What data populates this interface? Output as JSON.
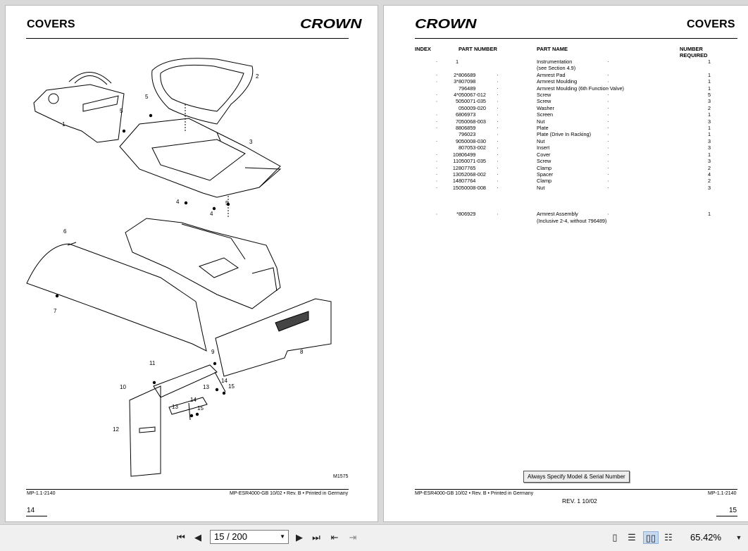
{
  "left_page": {
    "title": "COVERS",
    "logo": "CROWN",
    "figure_id": "M1575",
    "callouts": [
      "1",
      "2",
      "3",
      "4",
      "4",
      "5",
      "5",
      "5",
      "6",
      "7",
      "8",
      "9",
      "10",
      "11",
      "12",
      "13",
      "13",
      "14",
      "14",
      "15",
      "15"
    ],
    "footer_left": "MP-1.1-2140",
    "footer_right": "MP-ESR4000-GB 10/02 • Rev. B • Printed in Germany",
    "page_number": "14"
  },
  "right_page": {
    "title": "COVERS",
    "logo": "CROWN",
    "headers": {
      "index": "INDEX",
      "part_number": "PART NUMBER",
      "part_name": "PART NAME",
      "number_required": "NUMBER REQUIRED"
    },
    "rows": [
      {
        "index": "1",
        "part_number": "",
        "part_name": "Instrumentation",
        "qty": "1"
      },
      {
        "index": "",
        "part_number": "",
        "part_name": "(see Section 4.9)",
        "qty": ""
      },
      {
        "index": "2*",
        "part_number": "806689",
        "part_name": "Armrest Pad",
        "qty": "1"
      },
      {
        "index": "3*",
        "part_number": "807098",
        "part_name": "Armrest Moulding",
        "qty": "1"
      },
      {
        "index": "",
        "part_number": "796489",
        "part_name": "Armrest Moulding (6th Function Valve)",
        "qty": "1"
      },
      {
        "index": "4*",
        "part_number": "050067-012",
        "part_name": "Screw",
        "qty": "5"
      },
      {
        "index": "5",
        "part_number": "050071-035",
        "part_name": "Screw",
        "qty": "3"
      },
      {
        "index": "",
        "part_number": "050009-020",
        "part_name": "Washer",
        "qty": "2"
      },
      {
        "index": "6",
        "part_number": "806973",
        "part_name": "Screen",
        "qty": "1"
      },
      {
        "index": "7",
        "part_number": "050068-003",
        "part_name": "Nut",
        "qty": "3"
      },
      {
        "index": "8",
        "part_number": "806859",
        "part_name": "Plate",
        "qty": "1"
      },
      {
        "index": "",
        "part_number": "796023",
        "part_name": "Plate (Drive In Racking)",
        "qty": "1"
      },
      {
        "index": "9",
        "part_number": "050008-030",
        "part_name": "Nut",
        "qty": "3"
      },
      {
        "index": "",
        "part_number": "807053-002",
        "part_name": "Insert",
        "qty": "3"
      },
      {
        "index": "10",
        "part_number": "806499",
        "part_name": "Cover",
        "qty": "1"
      },
      {
        "index": "11",
        "part_number": "050071-035",
        "part_name": "Screw",
        "qty": "3"
      },
      {
        "index": "12",
        "part_number": "807765",
        "part_name": "Clamp",
        "qty": "2"
      },
      {
        "index": "13",
        "part_number": "052068-002",
        "part_name": "Spacer",
        "qty": "4"
      },
      {
        "index": "14",
        "part_number": "807764",
        "part_name": "Clamp",
        "qty": "2"
      },
      {
        "index": "15",
        "part_number": "050008-008",
        "part_name": "Nut",
        "qty": "3"
      }
    ],
    "assembly_rows": [
      {
        "index": "*",
        "part_number": "806929",
        "part_name": "Armrest Assembly",
        "qty": "1"
      },
      {
        "index": "",
        "part_number": "",
        "part_name": "(Inclusive 2-4, without 796489)",
        "qty": ""
      }
    ],
    "spec_button": "Always Specify Model & Serial Number",
    "footer_left": "MP-ESR4000-GB 10/02 • Rev. B • Printed in Germany",
    "footer_right": "MP-1.1-2140",
    "rev": "REV. 1 10/02",
    "page_number": "15"
  },
  "toolbar": {
    "page_display": "15 / 200",
    "zoom": "65.42%",
    "icons": [
      "first-page-icon",
      "prev-page-icon",
      "next-page-icon",
      "last-page-icon",
      "prev-view-icon",
      "next-view-icon",
      "single-page-icon",
      "continuous-icon",
      "facing-icon",
      "continuous-facing-icon",
      "dropdown-icon"
    ]
  }
}
